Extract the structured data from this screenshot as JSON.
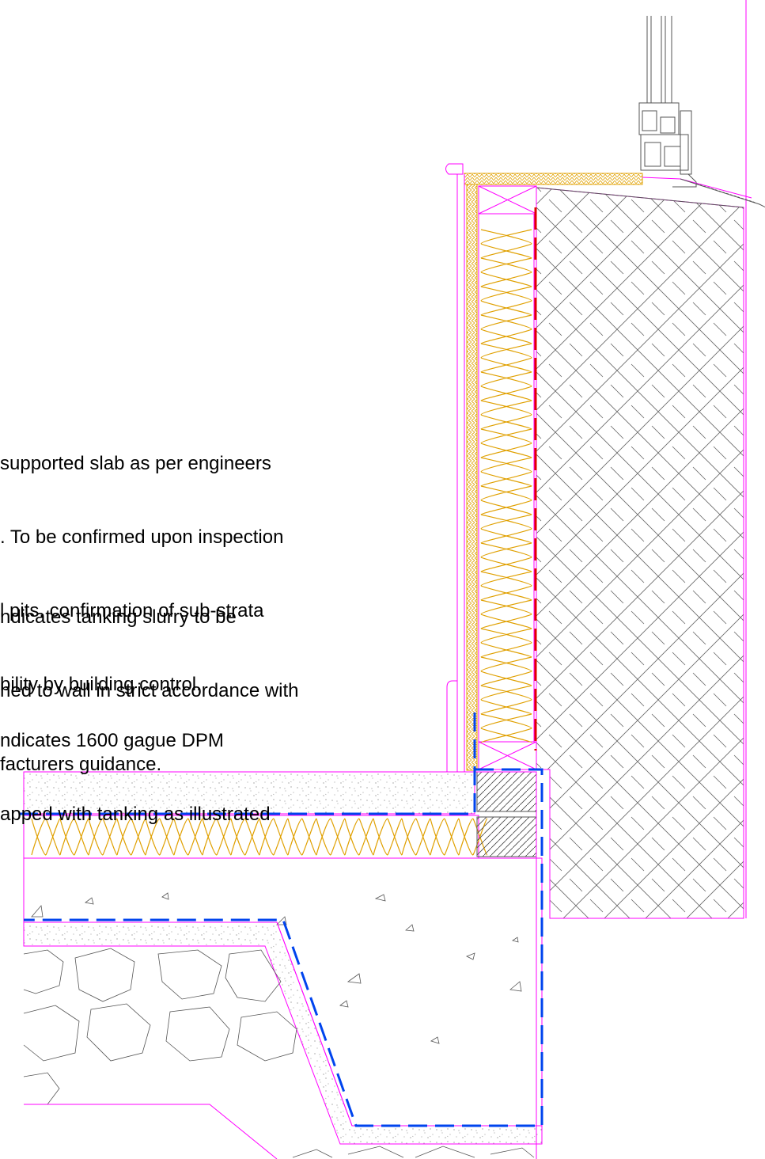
{
  "colors": {
    "outline": "#ff00ff",
    "insulation": "#e0a000",
    "tanking": "#e00000",
    "dpm": "#0044ee",
    "hatch": "#555555",
    "text": "#000000"
  },
  "notes": [
    {
      "id": "slab",
      "lines": [
        "supported slab as per engineers",
        ". To be confirmed upon inspection",
        "l pits. confirmation of sub-strata",
        "bility by building control."
      ]
    },
    {
      "id": "tanking",
      "lines": [
        "ndicates tanking slurry to be",
        "hed to wall in strict accordance with",
        "facturers guidance."
      ]
    },
    {
      "id": "dpm",
      "lines": [
        "ndicates 1600 gague DPM",
        "apped with tanking as illustrated"
      ]
    }
  ]
}
